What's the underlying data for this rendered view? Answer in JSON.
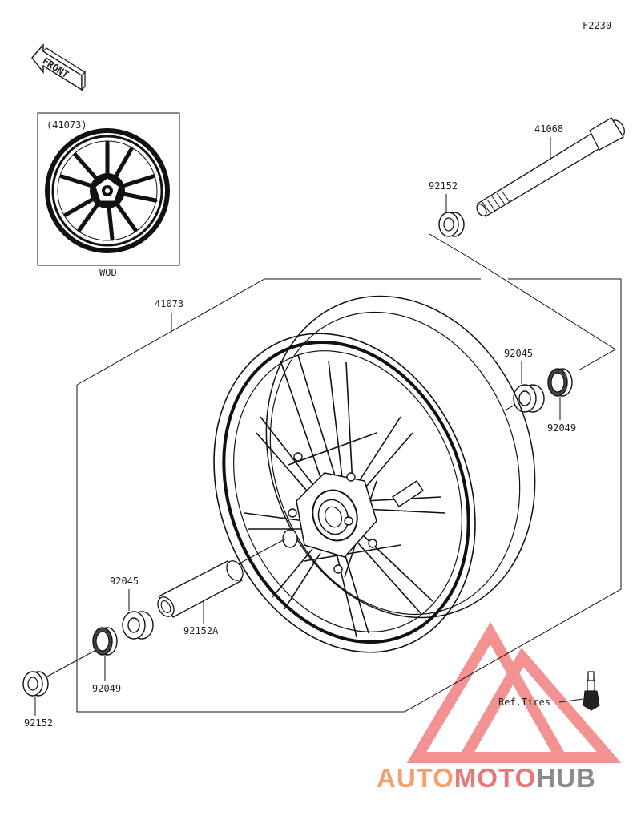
{
  "figure_code": "F2230",
  "direction_label": "FRONT",
  "inset": {
    "part_number": "(41073)",
    "caption": "WOD"
  },
  "parts": {
    "wheel_assembly": "41073",
    "axle": "41068",
    "collar_upper": "92152",
    "bearing_upper": "92045",
    "seal_upper": "92049",
    "bearing_lower": "92045",
    "spacer_collar": "92152A",
    "seal_lower": "92049",
    "collar_lower": "92152",
    "valve_reference": "Ref.Tires"
  },
  "watermark": {
    "part1": "AUTO",
    "part2": "MOTO",
    "part3": "HUB",
    "color_primary": "#f4a06a",
    "color_accent": "#e85a5a",
    "color_dark": "#8a8a8a"
  },
  "colors": {
    "line": "#111111",
    "logo_triangle": "#f08080"
  },
  "icons": [
    "front-arrow-icon",
    "wheel-icon",
    "axle-icon",
    "bearing-icon",
    "seal-icon",
    "collar-icon",
    "valve-icon",
    "watermark-logo-icon"
  ]
}
